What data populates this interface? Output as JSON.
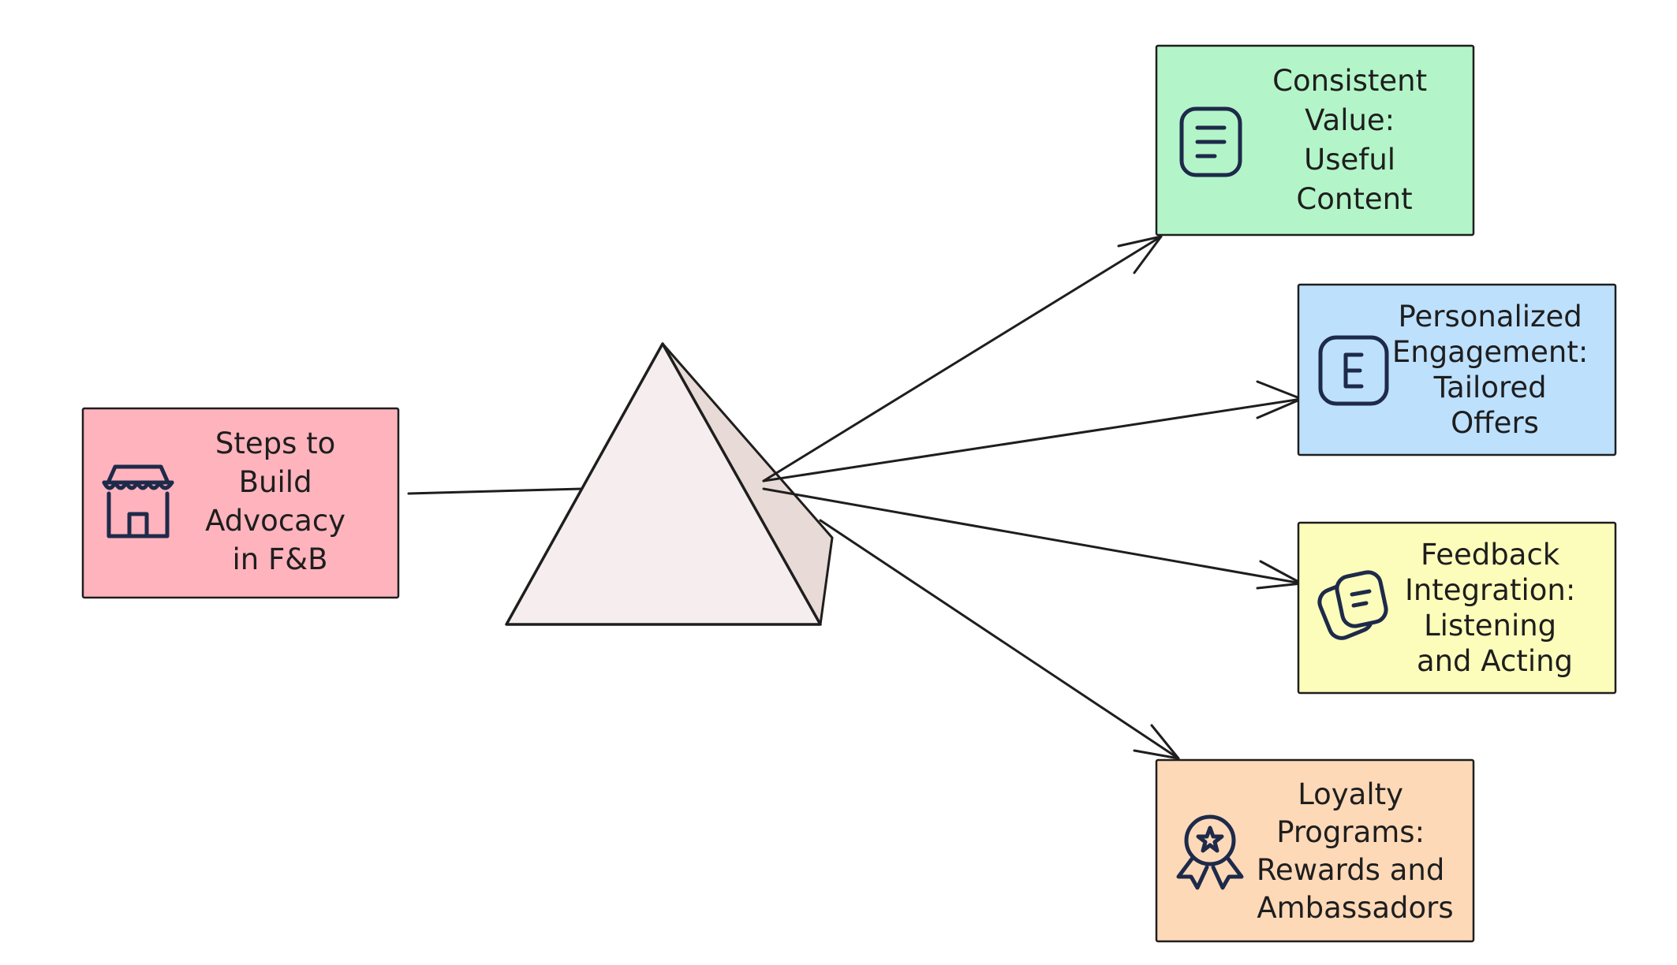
{
  "diagram": {
    "source": {
      "label_lines": [
        "Steps to",
        "Build",
        "Advocacy",
        "in F&B"
      ],
      "icon": "store-icon",
      "color": "#ffb3bd"
    },
    "hub": {
      "shape": "pyramid",
      "face_color": "#f6eeee",
      "side_color": "#e8dad6"
    },
    "steps": [
      {
        "label_lines": [
          "Consistent",
          "Value:",
          "Useful",
          "Content"
        ],
        "icon": "document-lines-icon",
        "color": "#b3f5c8"
      },
      {
        "label_lines": [
          "Personalized",
          "Engagement:",
          "Tailored",
          "Offers"
        ],
        "icon": "letter-e-icon",
        "color": "#bde0fd"
      },
      {
        "label_lines": [
          "Feedback",
          "Integration:",
          "Listening",
          "and Acting"
        ],
        "icon": "notes-stack-icon",
        "color": "#fdfdbb"
      },
      {
        "label_lines": [
          "Loyalty",
          "Programs:",
          "Rewards and",
          "Ambassadors"
        ],
        "icon": "award-badge-icon",
        "color": "#fed9b8"
      }
    ],
    "line_color": "#1e1e1e",
    "icon_color": "#1e2a4a"
  }
}
